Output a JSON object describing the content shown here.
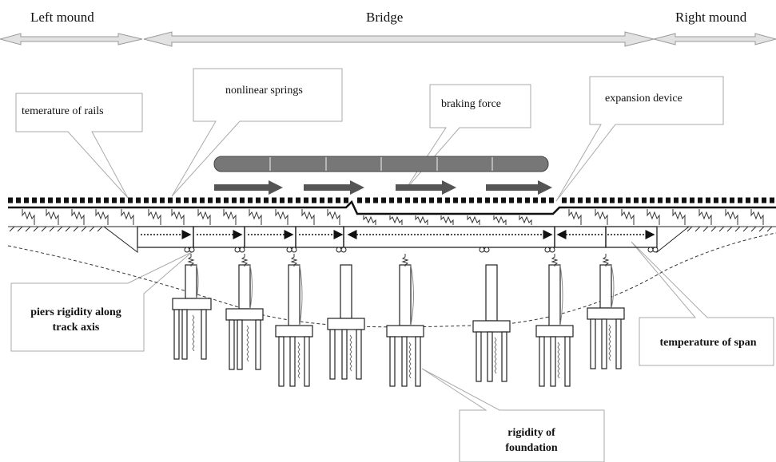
{
  "zones": {
    "left": "Left mound",
    "center": "Bridge",
    "right": "Right mound"
  },
  "callouts": {
    "rails": "temerature of rails",
    "springs": "nonlinear springs",
    "braking": "braking force",
    "expansion": "expansion device",
    "piers_line1": "piers rigidity along",
    "piers_line2": "track axis",
    "span": "temperature of span",
    "foundation_line1": "rigidity of",
    "foundation_line2": "foundation"
  },
  "colors": {
    "line": "#222222",
    "arrow_fill": "#dddddd",
    "train": "#777777",
    "braking_arrow": "#555555",
    "callout_border": "#999999"
  }
}
